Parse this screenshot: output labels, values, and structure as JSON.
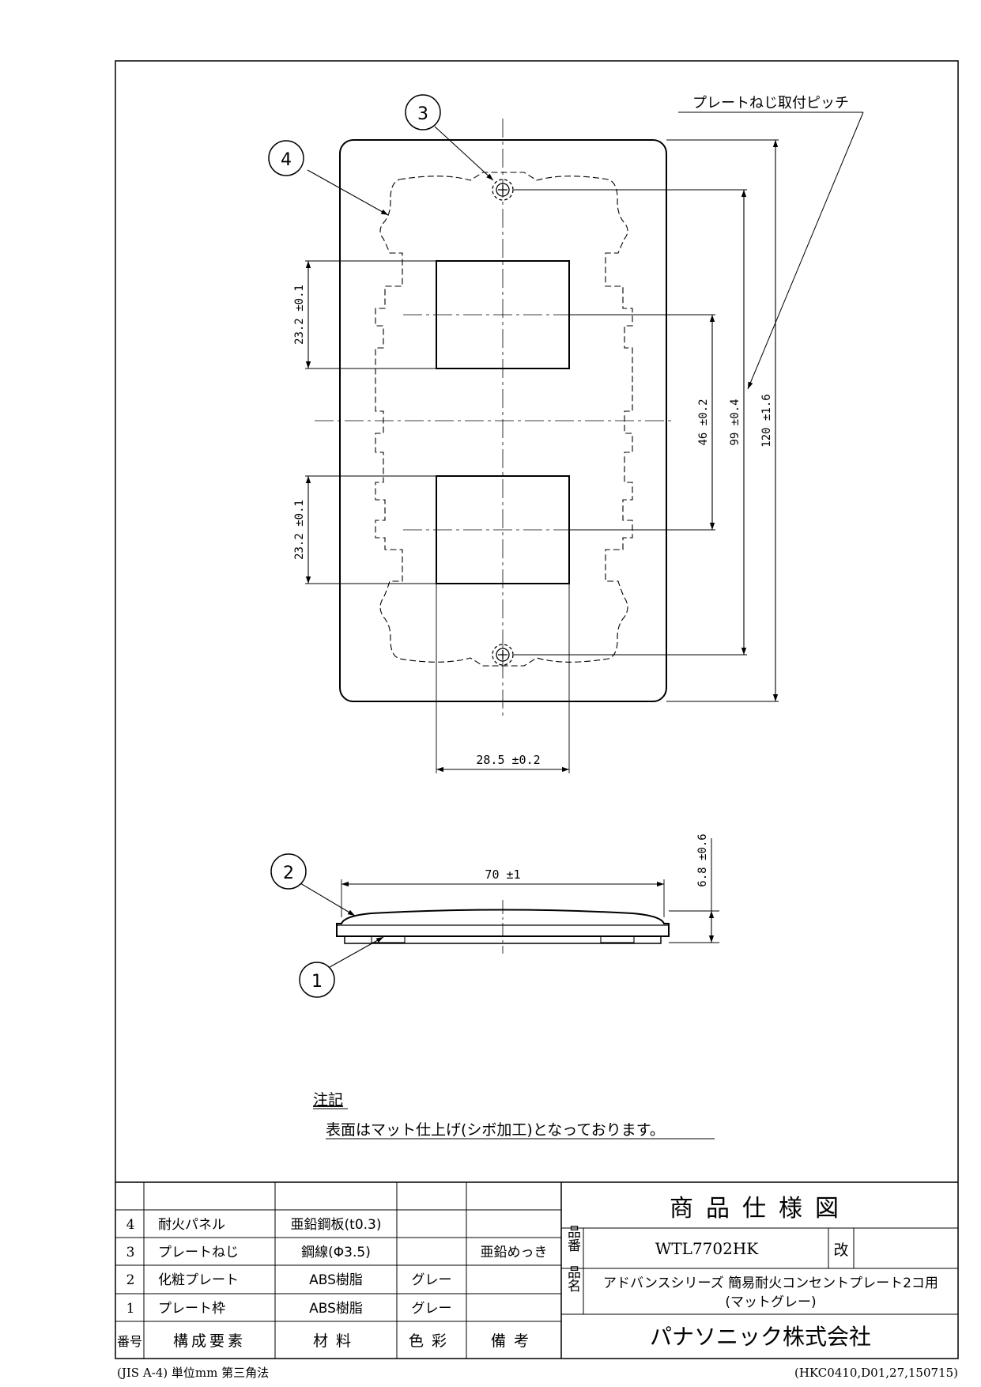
{
  "callouts": [
    "1",
    "2",
    "3",
    "4"
  ],
  "dimensions": {
    "screw_pitch_label": "プレートねじ取付ピッチ",
    "opening_height_top": "23.2 ±0.1",
    "opening_height_bottom": "23.2 ±0.1",
    "opening_pitch": "46 ±0.2",
    "screw_pitch": "99 ±0.4",
    "plate_height": "120 ±1.6",
    "opening_width": "28.5 ±0.2",
    "plate_width": "70 ±1",
    "plate_thickness": "6.8 ±0.6"
  },
  "notes": {
    "heading": "注記",
    "text": "表面はマット仕上げ(シボ加工)となっております。"
  },
  "parts_table": {
    "rows": [
      {
        "no": "4",
        "name": "耐火パネル",
        "material": "亜鉛鋼板(t0.3)",
        "color": "",
        "remarks": ""
      },
      {
        "no": "3",
        "name": "プレートねじ",
        "material": "鋼線(Φ3.5)",
        "color": "",
        "remarks": "亜鉛めっき"
      },
      {
        "no": "2",
        "name": "化粧プレート",
        "material": "ABS樹脂",
        "color": "グレー",
        "remarks": ""
      },
      {
        "no": "1",
        "name": "プレート枠",
        "material": "ABS樹脂",
        "color": "グレー",
        "remarks": ""
      }
    ],
    "header": {
      "no": "番号",
      "name": "構成要素",
      "material": "材料",
      "color": "色彩",
      "remarks": "備考"
    }
  },
  "title_block": {
    "title": "商品仕様図",
    "part_no_label": "品番",
    "part_no": "WTL7702HK",
    "revision_label": "改",
    "product_name_label": "品名",
    "product_name_line1": "アドバンスシリーズ 簡易耐火コンセントプレート2コ用",
    "product_name_line2": "(マットグレー)",
    "company": "パナソニック株式会社"
  },
  "footer": {
    "left": "(JIS A-4) 単位mm 第三角法",
    "right": "(HKC0410,D01,27,150715)"
  }
}
